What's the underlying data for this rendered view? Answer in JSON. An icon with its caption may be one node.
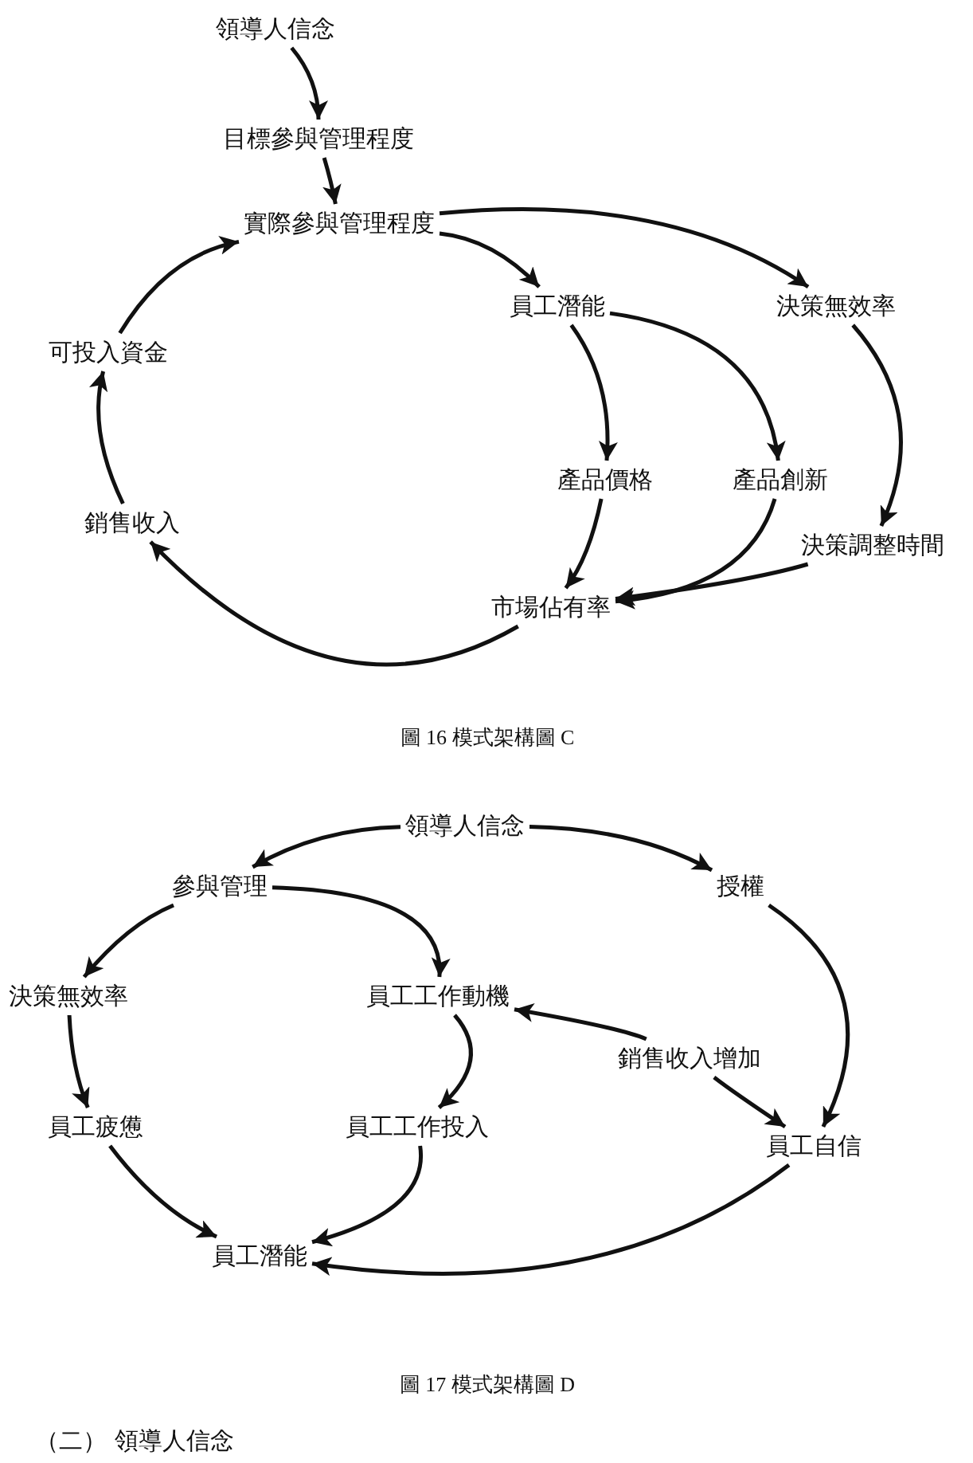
{
  "diagram": {
    "nodes": [
      {
        "text": [
          "領導人信念"
        ]
      },
      {
        "text": [
          "目標參與管理程度"
        ]
      },
      {
        "text": [
          "實際參與管理程度"
        ]
      },
      {
        "text": [
          "員工潛能"
        ]
      },
      {
        "text": [
          "決策無效率"
        ]
      },
      {
        "text": [
          "可投入資金"
        ]
      },
      {
        "text": [
          "產品價格"
        ]
      },
      {
        "text": [
          "產品創新"
        ]
      },
      {
        "text": [
          "銷售收入"
        ]
      },
      {
        "text": [
          "決策調整時間"
        ]
      },
      {
        "text": [
          "市場佔有率"
        ]
      },
      {
        "text": [
          "領導人信念"
        ]
      },
      {
        "text": [
          "參與管理"
        ]
      },
      {
        "text": [
          "授權"
        ]
      },
      {
        "text": [
          "決策無效率"
        ]
      },
      {
        "text": [
          "員工工作動機"
        ]
      },
      {
        "text": [
          "銷售收入增加"
        ]
      },
      {
        "text": [
          "員工疲憊"
        ]
      },
      {
        "text": [
          "員工工作投入"
        ]
      },
      {
        "text": [
          "員工自信"
        ]
      },
      {
        "text": [
          "員工潛能"
        ]
      }
    ],
    "edges": [
      {
        "from": 0,
        "to": 1,
        "arrow": "to"
      },
      {
        "from": 1,
        "to": 2,
        "arrow": "to"
      },
      {
        "from": 2,
        "to": 3,
        "arrow": "to"
      },
      {
        "from": 2,
        "to": 4,
        "arrow": "to"
      },
      {
        "from": 3,
        "to": 6,
        "arrow": "to"
      },
      {
        "from": 3,
        "to": 7,
        "arrow": "to"
      },
      {
        "from": 4,
        "to": 9,
        "arrow": "to"
      },
      {
        "from": 6,
        "to": 10,
        "arrow": "to"
      },
      {
        "from": 7,
        "to": 10,
        "arrow": "to"
      },
      {
        "from": 9,
        "to": 10,
        "arrow": "to"
      },
      {
        "from": 10,
        "to": 8,
        "arrow": "to"
      },
      {
        "from": 8,
        "to": 5,
        "arrow": "to"
      },
      {
        "from": 5,
        "to": 2,
        "arrow": "to"
      },
      {
        "from": 11,
        "to": 12,
        "arrow": "to"
      },
      {
        "from": 11,
        "to": 13,
        "arrow": "to"
      },
      {
        "from": 12,
        "to": 14,
        "arrow": "to"
      },
      {
        "from": 12,
        "to": 15,
        "arrow": "to"
      },
      {
        "from": 14,
        "to": 17,
        "arrow": "to"
      },
      {
        "from": 15,
        "to": 18,
        "arrow": "to"
      },
      {
        "from": 16,
        "to": 15,
        "arrow": "to"
      },
      {
        "from": 16,
        "to": 19,
        "arrow": "to"
      },
      {
        "from": 13,
        "to": 19,
        "arrow": "to"
      },
      {
        "from": 17,
        "to": 20,
        "arrow": "to"
      },
      {
        "from": 18,
        "to": 20,
        "arrow": "to"
      },
      {
        "from": 19,
        "to": 20,
        "arrow": "to"
      }
    ],
    "labels": [
      "圖 16 模式架構圖 C",
      "圖 17 模式架構圖 D",
      "（二） 領導人信念"
    ]
  }
}
